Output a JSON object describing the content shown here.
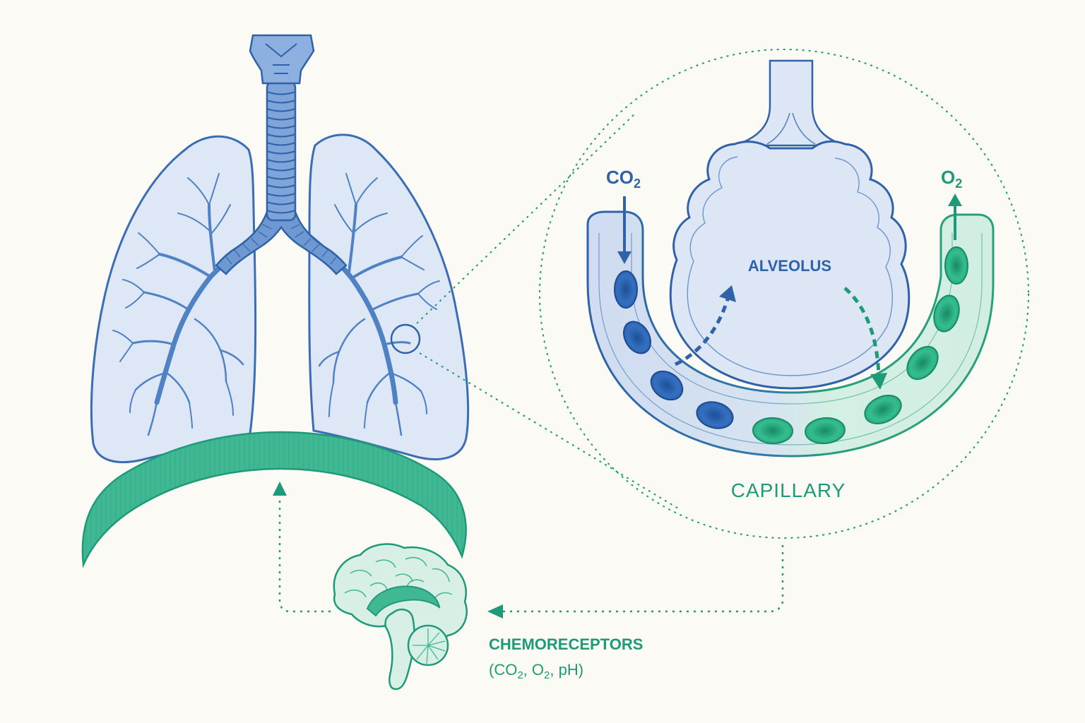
{
  "labels": {
    "alveolus": "ALVEOLUS",
    "capillary": "CAPILLARY",
    "co2": "CO",
    "co2_sub": "2",
    "o2": "O",
    "o2_sub": "2",
    "chemoreceptors": "CHEMORECEPTORS",
    "chemo_sub_open": "(CO",
    "chemo_sub_2a": "2",
    "chemo_sub_mid": ", O",
    "chemo_sub_2b": "2",
    "chemo_sub_close": ", pH)"
  },
  "colors": {
    "background": "#fbfaf4",
    "blue_dark": "#2f62a8",
    "blue_mid": "#4f82c4",
    "blue_fill": "#dce6f5",
    "lung_fill": "#dde7f6",
    "green_dark": "#1f9a78",
    "green_mid": "#3fb893",
    "green_fill": "#d8efe6",
    "rbc_blue": "#2a5fae",
    "rbc_green": "#26a67c"
  }
}
